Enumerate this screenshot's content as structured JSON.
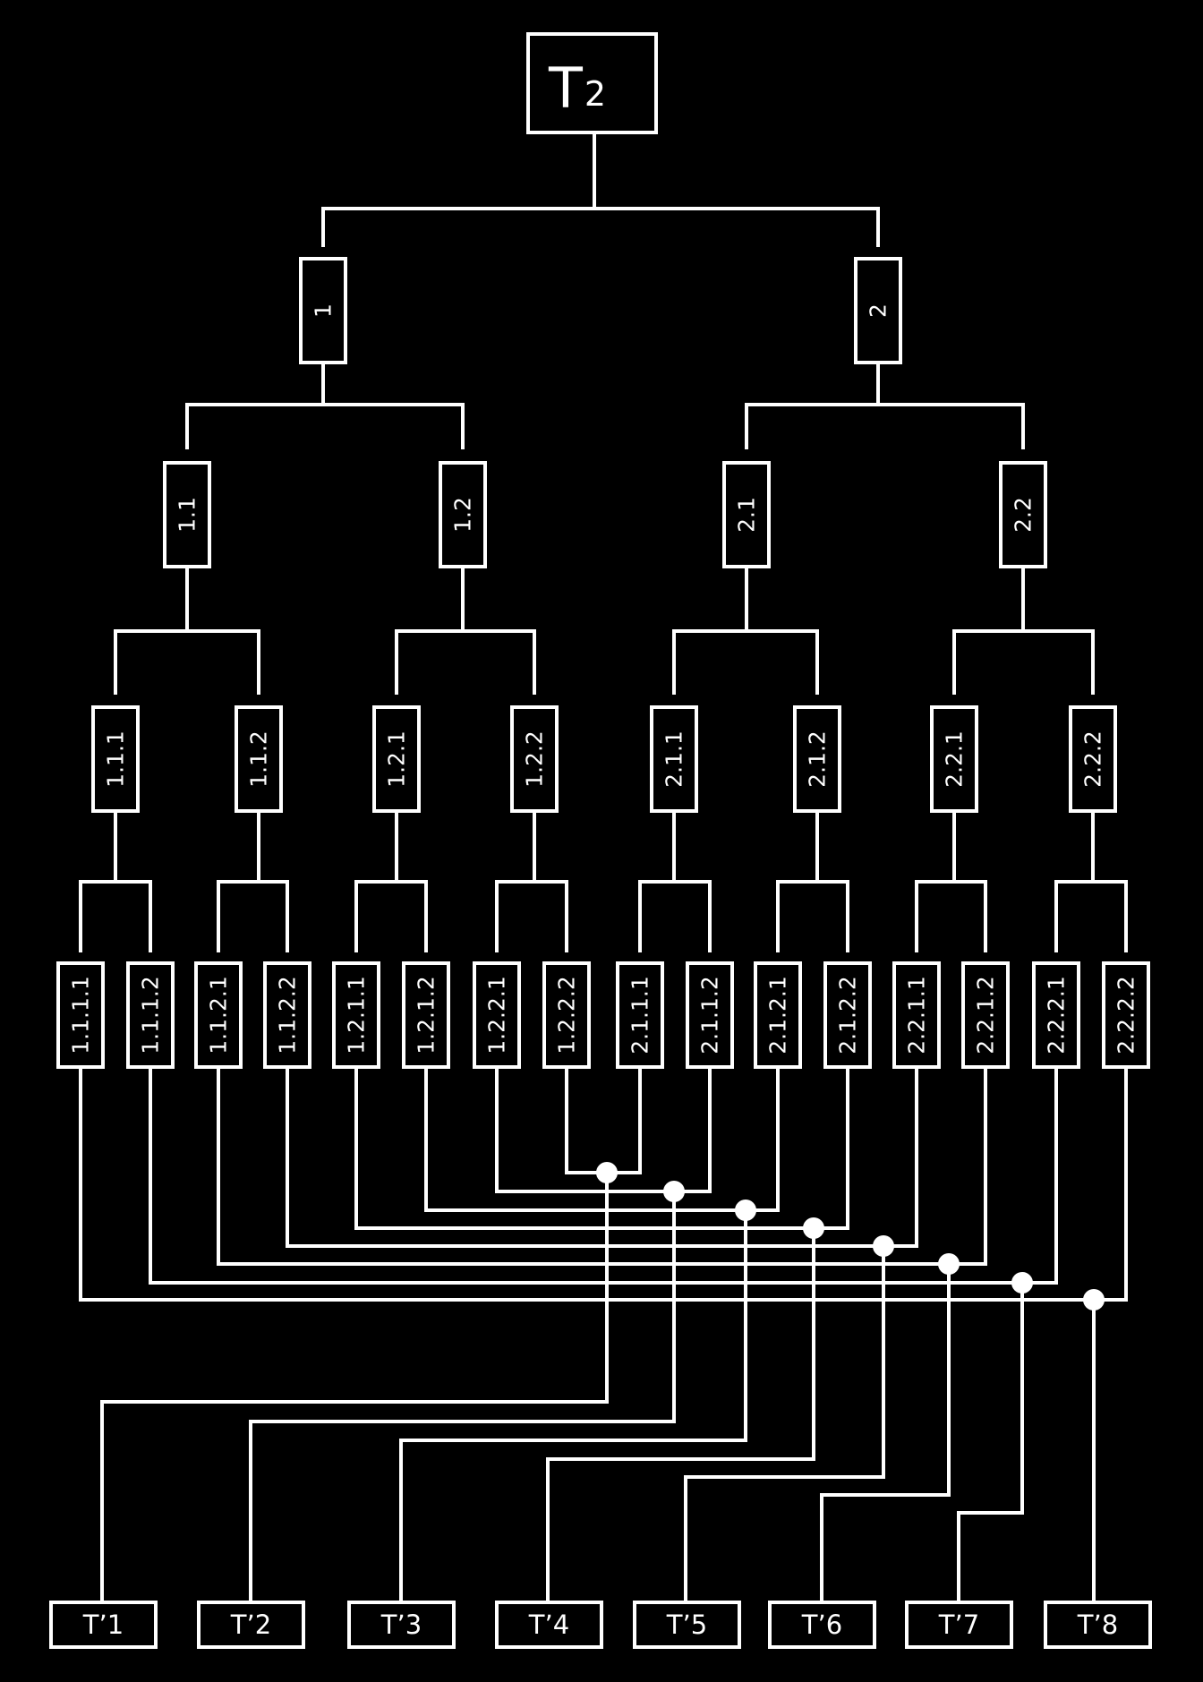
{
  "root": {
    "main": "T",
    "sub": "2"
  },
  "level1": [
    "1",
    "2"
  ],
  "level2": [
    "1.1",
    "1.2",
    "2.1",
    "2.2"
  ],
  "level3": [
    "1.1.1",
    "1.1.2",
    "1.2.1",
    "1.2.2",
    "2.1.1",
    "2.1.2",
    "2.2.1",
    "2.2.2"
  ],
  "level4": [
    "1.1.1.1",
    "1.1.1.2",
    "1.1.2.1",
    "1.1.2.2",
    "1.2.1.1",
    "1.2.1.2",
    "1.2.2.1",
    "1.2.2.2",
    "2.1.1.1",
    "2.1.1.2",
    "2.1.2.1",
    "2.1.2.2",
    "2.2.1.1",
    "2.2.1.2",
    "2.2.2.1",
    "2.2.2.2"
  ],
  "outputs": [
    "T’1",
    "T’2",
    "T’3",
    "T’4",
    "T’5",
    "T’6",
    "T’7",
    "T’8"
  ],
  "colors": {
    "background": "#000000",
    "line": "#ffffff"
  }
}
